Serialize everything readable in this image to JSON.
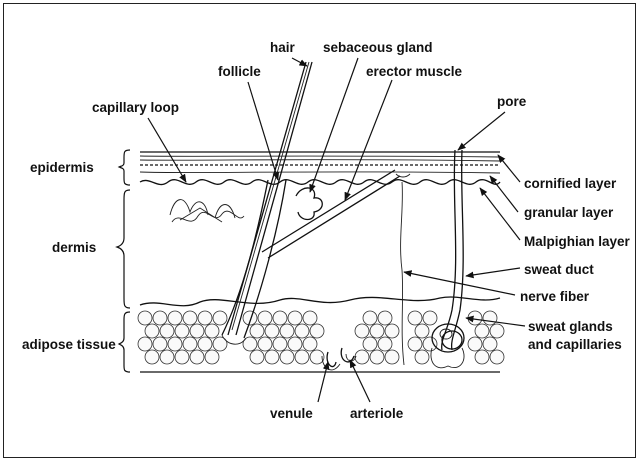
{
  "labels": {
    "hair": "hair",
    "sebaceous_gland": "sebaceous gland",
    "follicle": "follicle",
    "erector_muscle": "erector muscle",
    "capillary_loop": "capillary loop",
    "pore": "pore",
    "epidermis": "epidermis",
    "cornified_layer": "cornified layer",
    "granular_layer": "granular layer",
    "dermis": "dermis",
    "malpighian_layer": "Malpighian layer",
    "sweat_duct": "sweat duct",
    "nerve_fiber": "nerve fiber",
    "adipose_tissue": "adipose tissue",
    "sweat_glands_line1": "sweat glands",
    "sweat_glands_line2": "and capillaries",
    "venule": "venule",
    "arteriole": "arteriole"
  },
  "colors": {
    "ink": "#111111",
    "background": "#ffffff"
  }
}
